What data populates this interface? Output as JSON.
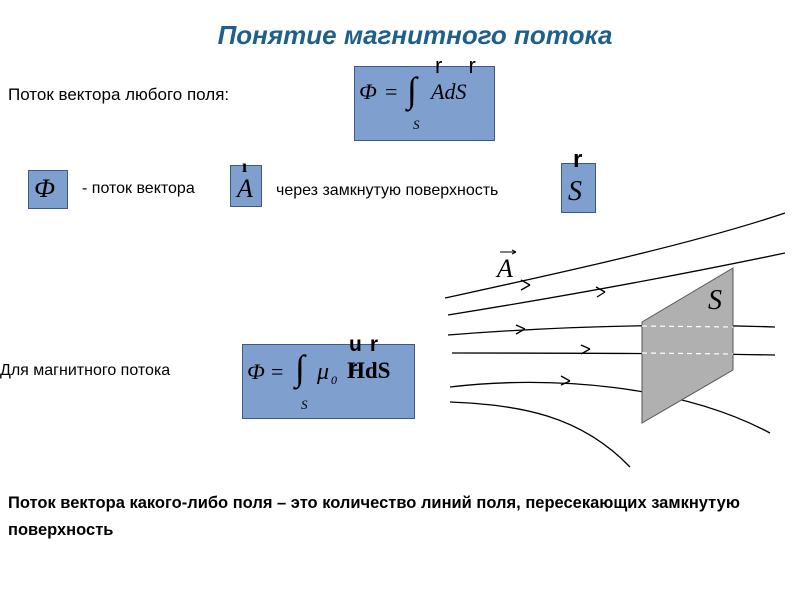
{
  "slide": {
    "title": "Понятие магнитного потока",
    "flux_any_field_label": "Поток вектора любого поля:",
    "formula_general": {
      "lhs": "Ф",
      "eq": "=",
      "integral": "∫",
      "sub": "S",
      "integrand": "AdS",
      "arrow_marks": "r r"
    },
    "phi_symbol": "Ф",
    "phi_desc": "- поток вектора",
    "vector_A": "A",
    "vector_A_mark": "ı",
    "through_surface_text": "через замкнутую поверхность",
    "vector_S": "S",
    "vector_S_mark": "r",
    "magnetic_flux_label": "Для магнитного потока",
    "formula_magnetic": {
      "lhs": "Ф",
      "eq": "=",
      "integral": "∫",
      "sub": "S",
      "mu": "μ",
      "mu_sub": "0",
      "integrand": "HdS",
      "arrow_marks": "ur r"
    },
    "diagram": {
      "vector_label": "A",
      "surface_label": "S"
    },
    "note": "Поток вектора какого-либо поля – это количество линий поля, пересекающих замкнутую поверхность",
    "colors": {
      "title": "#1f5f8b",
      "box_fill": "#7f9fcf",
      "surface_fill": "#b0b0b0"
    }
  }
}
